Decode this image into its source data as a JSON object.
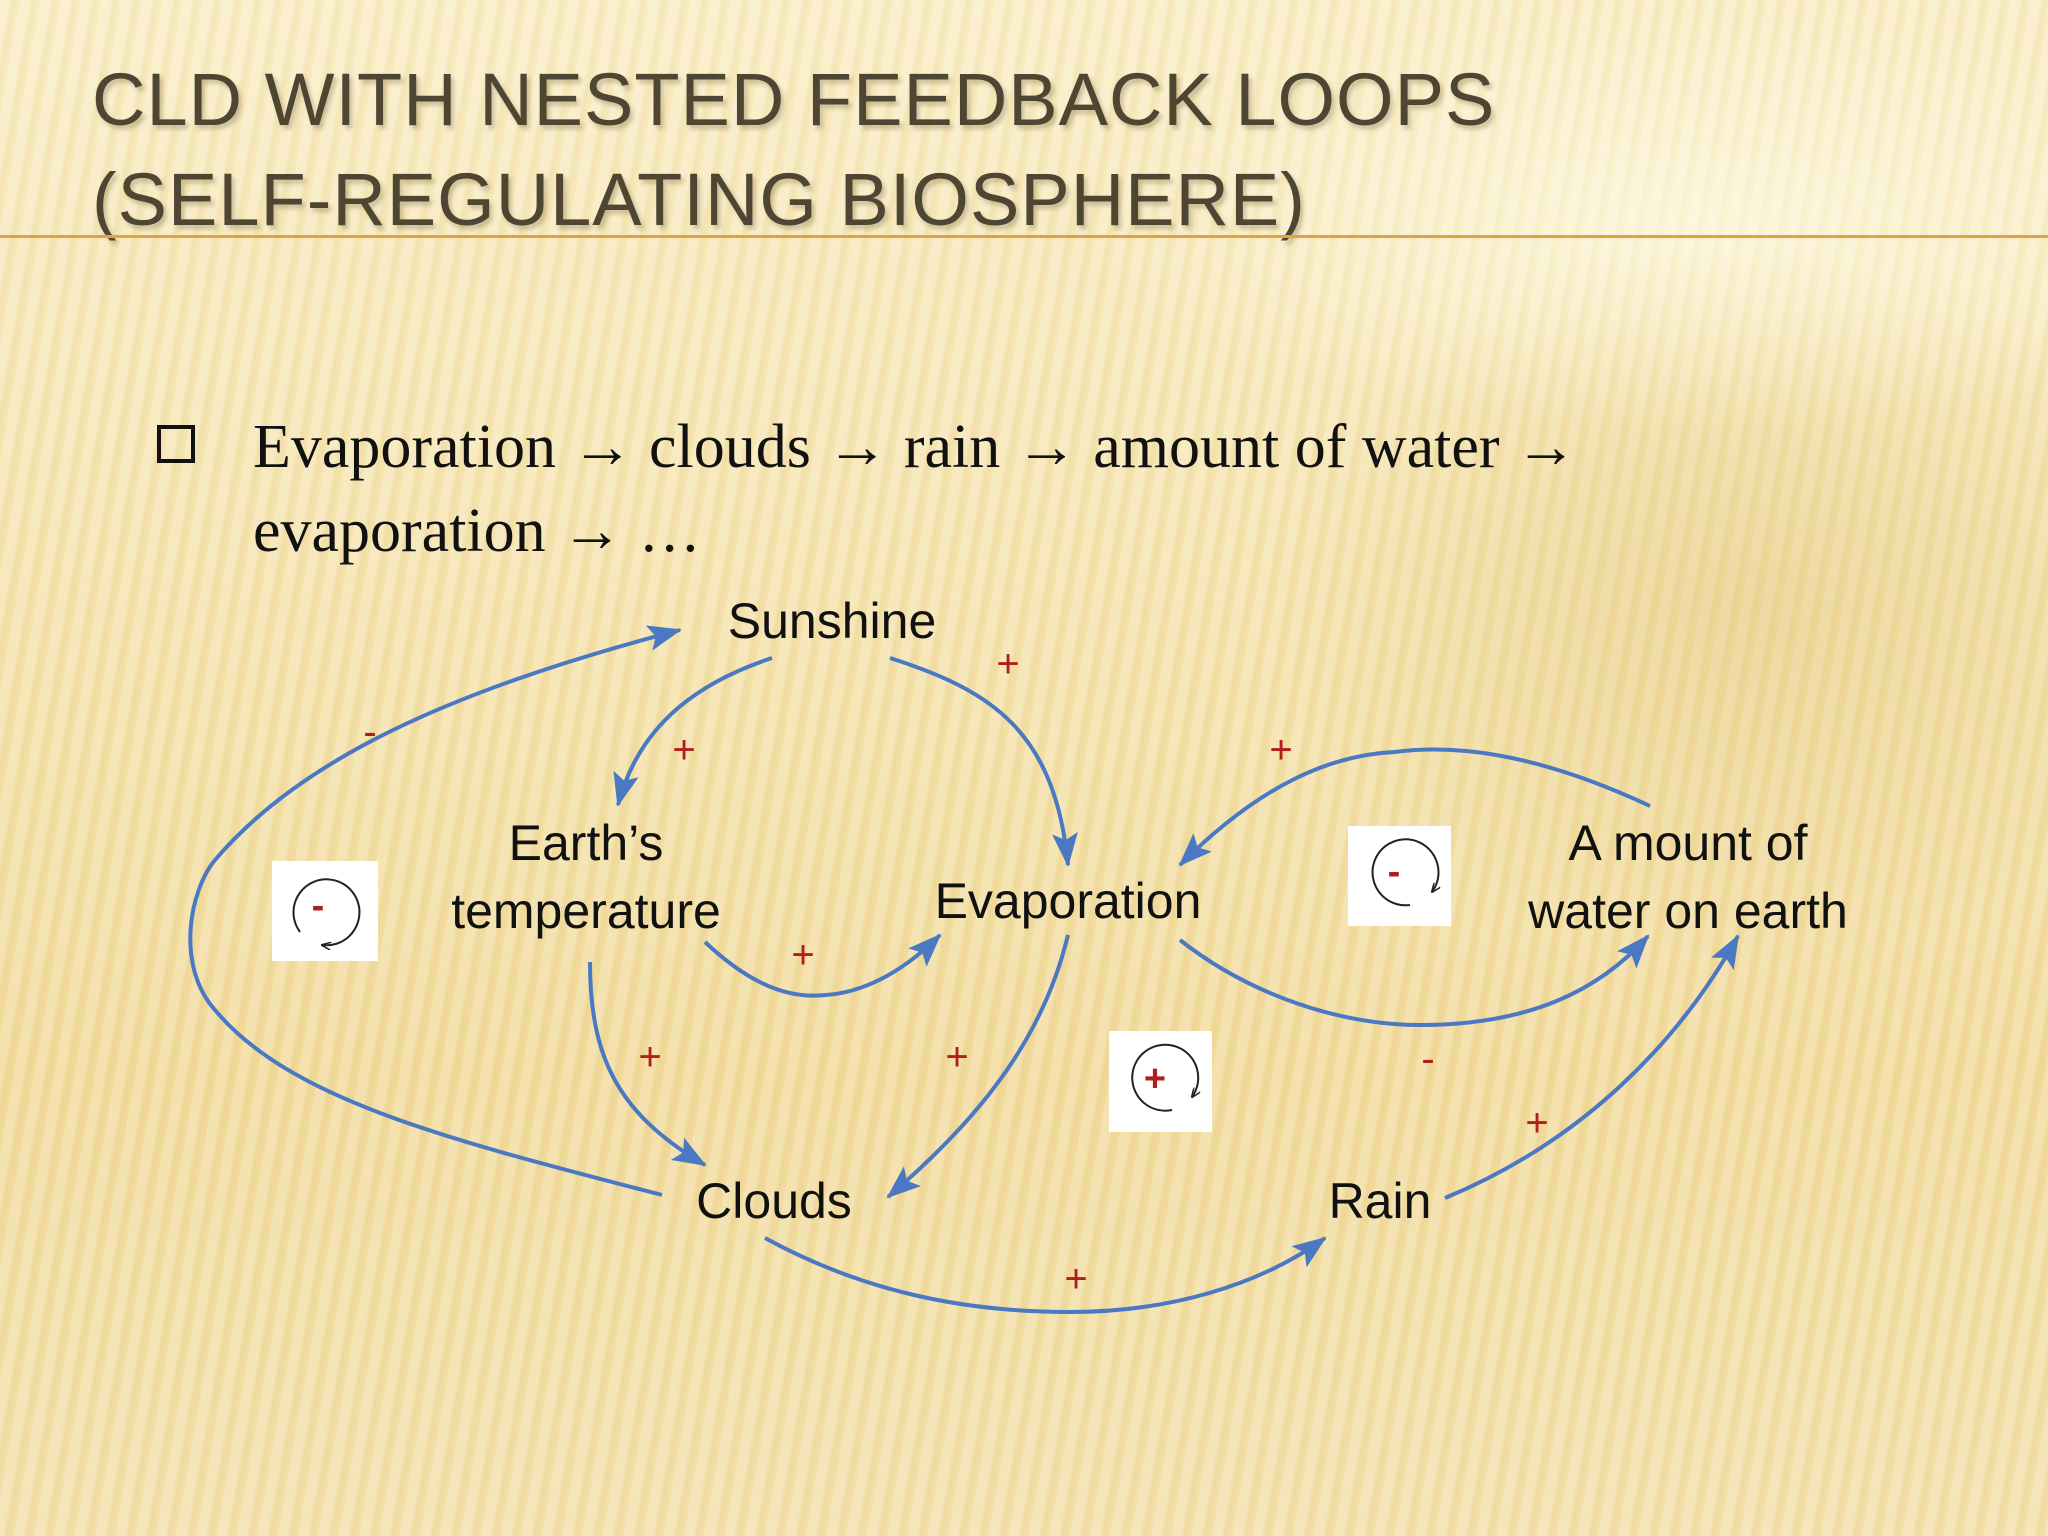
{
  "title": {
    "line1": "CLD WITH NESTED FEEDBACK LOOPS",
    "line2": "(SELF-REGULATING BIOSPHERE)"
  },
  "bullet": {
    "line1": "Evaporation → clouds → rain → amount of water →",
    "line2": "evaporation → …"
  },
  "diagram": {
    "nodes": {
      "sunshine": "Sunshine",
      "earth_temp_line1": "Earth’s",
      "earth_temp_line2": "temperature",
      "evaporation": "Evaporation",
      "water_line1": "A mount of",
      "water_line2": "water on earth",
      "clouds": "Clouds",
      "rain": "Rain"
    },
    "link_polarities": {
      "sunshine_to_temp": "+",
      "sunshine_to_evaporation": "+",
      "temp_to_evaporation": "+",
      "temp_to_clouds": "+",
      "evaporation_to_clouds": "+",
      "clouds_to_sunshine": "-",
      "clouds_to_rain": "+",
      "rain_to_water": "+",
      "water_to_evaporation": "+",
      "evaporation_to_water": "-"
    },
    "loop_markers": {
      "left_loop": "-",
      "center_loop": "+",
      "right_loop": "-"
    },
    "colors": {
      "arrow": "#4a78c2",
      "polarity": "#b01e1e",
      "text": "#111111",
      "title": "#4e4632",
      "rule": "#e2a33c"
    }
  }
}
